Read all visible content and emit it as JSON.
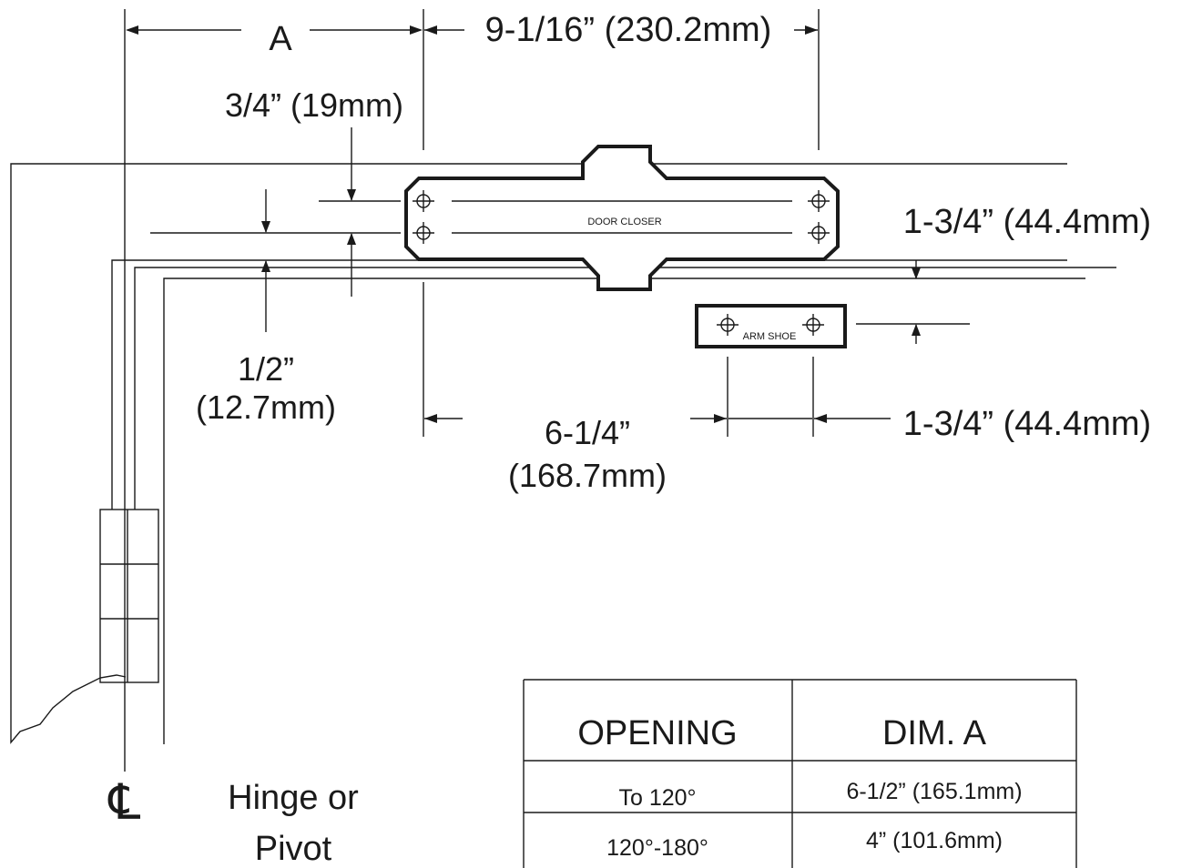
{
  "dimensions": {
    "a_label": "A",
    "closer_length": "9-1/16” (230.2mm)",
    "closer_offset": "3/4” (19mm)",
    "arm_shoe_offset": "1-3/4” (44.4mm)",
    "frame_stop_line1": "1/2”",
    "frame_stop_line2": "(12.7mm)",
    "shoe_from_closer_line1": "6-1/4”",
    "shoe_from_closer_line2": "(168.7mm)",
    "arm_shoe_width": "1-3/4” (44.4mm)"
  },
  "parts": {
    "door_closer": "DOOR CLOSER",
    "arm_shoe": "ARM SHOE"
  },
  "centerline": {
    "symbol": "℄",
    "line1": "Hinge or",
    "line2": "Pivot"
  },
  "table": {
    "headers": [
      "OPENING",
      "DIM. A"
    ],
    "rows": [
      [
        "To 120°",
        "6-1/2” (165.1mm)"
      ],
      [
        "120°-180°",
        "4” (101.6mm)"
      ]
    ]
  }
}
